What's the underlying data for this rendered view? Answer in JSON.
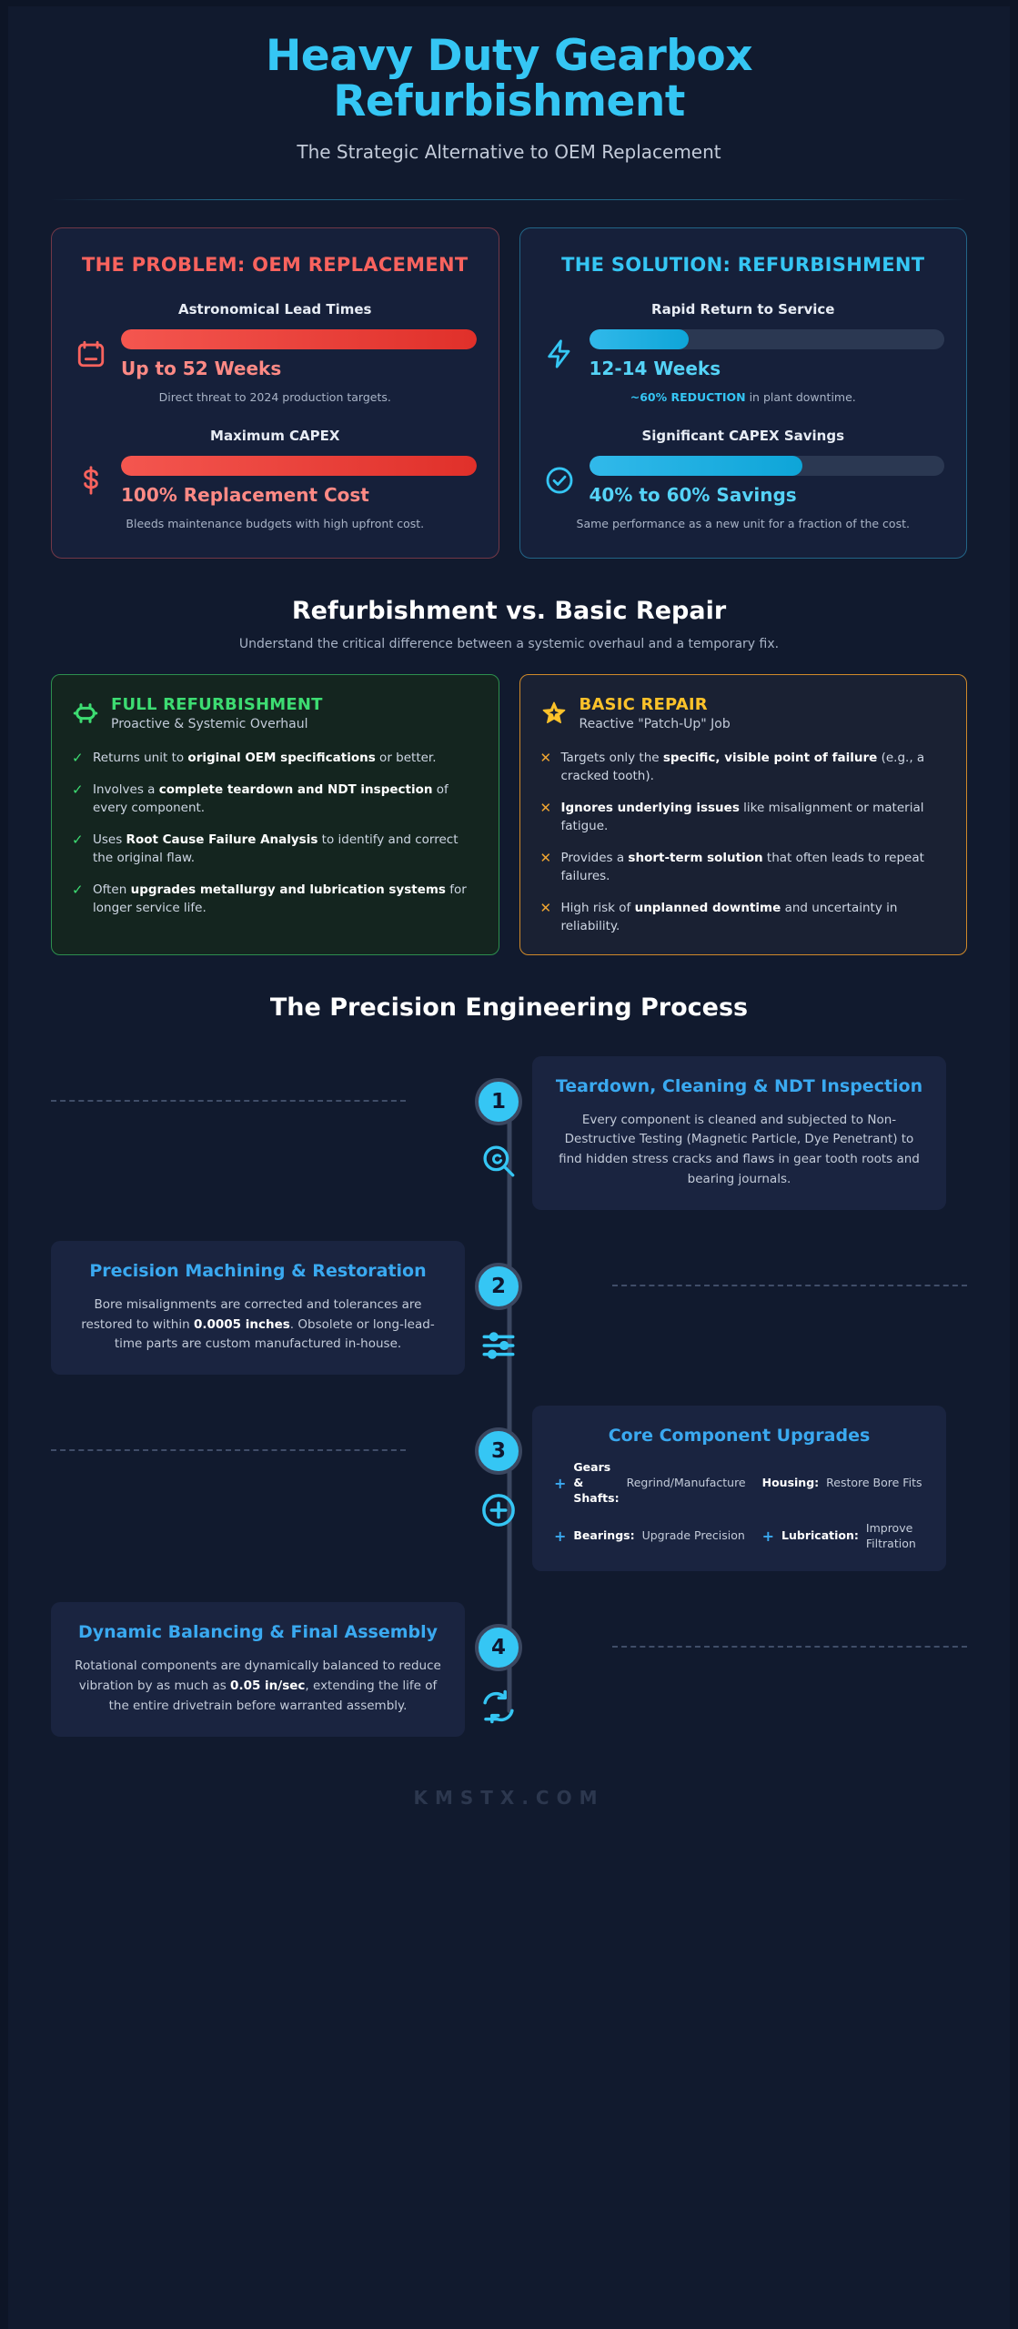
{
  "header": {
    "title": "Heavy Duty Gearbox Refurbishment",
    "subtitle": "The Strategic Alternative to OEM Replacement"
  },
  "colors": {
    "bg": "#111a2e",
    "accent_cyan": "#35c6f4",
    "danger_red": "#f9635e",
    "success_green": "#3ddc72",
    "warn_amber": "#fcc22a",
    "step_blue": "#3aa9f0"
  },
  "problem_card": {
    "title": "THE PROBLEM: OEM REPLACEMENT",
    "metrics": [
      {
        "icon": "calendar-icon",
        "head": "Astronomical Lead Times",
        "value": "Up to 52 Weeks",
        "bar_percent": 100,
        "note": "Direct threat to 2024 production targets."
      },
      {
        "icon": "dollar-icon",
        "head": "Maximum CAPEX",
        "value": "100% Replacement Cost",
        "bar_percent": 100,
        "note": "Bleeds maintenance budgets with high upfront cost."
      }
    ]
  },
  "solution_card": {
    "title": "THE SOLUTION: REFURBISHMENT",
    "metrics": [
      {
        "icon": "lightning-icon",
        "head": "Rapid Return to Service",
        "value": "12-14 Weeks",
        "bar_percent": 28,
        "note_strong": "~60% REDUCTION",
        "note_rest": " in plant downtime."
      },
      {
        "icon": "check-circle-icon",
        "head": "Significant CAPEX Savings",
        "value": "40% to 60% Savings",
        "bar_percent": 60,
        "note": "Same performance as a new unit for a fraction of the cost."
      }
    ]
  },
  "comparison": {
    "title": "Refurbishment vs. Basic Repair",
    "subtitle": "Understand the critical difference between a systemic overhaul and a temporary fix.",
    "full": {
      "icon": "gear-icon",
      "title": "FULL REFURBISHMENT",
      "tag": "Proactive & Systemic Overhaul",
      "marker": "✓",
      "items": [
        {
          "pre": "Returns unit to ",
          "b": "original OEM specifications",
          "post": " or better."
        },
        {
          "pre": "Involves a ",
          "b": "complete teardown and NDT inspection",
          "post": " of every component."
        },
        {
          "pre": "Uses ",
          "b": "Root Cause Failure Analysis",
          "post": " to identify and correct the original flaw."
        },
        {
          "pre": "Often ",
          "b": "upgrades metallurgy and lubrication systems",
          "post": " for longer service life."
        }
      ]
    },
    "basic": {
      "icon": "star-icon",
      "title": "BASIC REPAIR",
      "tag": "Reactive \"Patch-Up\" Job",
      "marker": "✕",
      "items": [
        {
          "pre": "Targets only the ",
          "b": "specific, visible point of failure",
          "post": " (e.g., a cracked tooth)."
        },
        {
          "pre": "",
          "b": "Ignores underlying issues",
          "post": " like misalignment or material fatigue."
        },
        {
          "pre": "Provides a ",
          "b": "short-term solution",
          "post": " that often leads to repeat failures."
        },
        {
          "pre": "High risk of ",
          "b": "unplanned downtime",
          "post": " and uncertainty in reliability."
        }
      ]
    }
  },
  "process": {
    "title": "The Precision Engineering Process",
    "steps": [
      {
        "number": "1",
        "side": "right",
        "icon": "magnifier-inspect-icon",
        "title": "Teardown, Cleaning & NDT Inspection",
        "body_pre": "Every component is cleaned and subjected to Non-Destructive Testing (Magnetic Particle, Dye Penetrant) to find hidden stress cracks and flaws in gear tooth roots and bearing journals.",
        "body_b": "",
        "body_post": ""
      },
      {
        "number": "2",
        "side": "left",
        "icon": "sliders-icon",
        "title": "Precision Machining & Restoration",
        "body_pre": "Bore misalignments are corrected and tolerances are restored to within ",
        "body_b": "0.0005 inches",
        "body_post": ". Obsolete or long-lead-time parts are custom manufactured in-house."
      },
      {
        "number": "3",
        "side": "right",
        "icon": "plus-circle-icon",
        "title": "Core Component Upgrades",
        "upgrades": [
          {
            "key": "Gears & Shafts:",
            "val": "Regrind/Manufacture"
          },
          {
            "key": "Housing:",
            "val": "Restore Bore Fits"
          },
          {
            "key": "Bearings:",
            "val": "Upgrade Precision"
          },
          {
            "key": "Lubrication:",
            "val": "Improve Filtration"
          }
        ]
      },
      {
        "number": "4",
        "side": "left",
        "icon": "balance-rotate-icon",
        "title": "Dynamic Balancing & Final Assembly",
        "body_pre": "Rotational components are dynamically balanced to reduce vibration by as much as ",
        "body_b": "0.05 in/sec",
        "body_post": ", extending the life of the entire drivetrain before warranted assembly."
      }
    ]
  },
  "footer": {
    "watermark": "KMSTX.COM"
  }
}
